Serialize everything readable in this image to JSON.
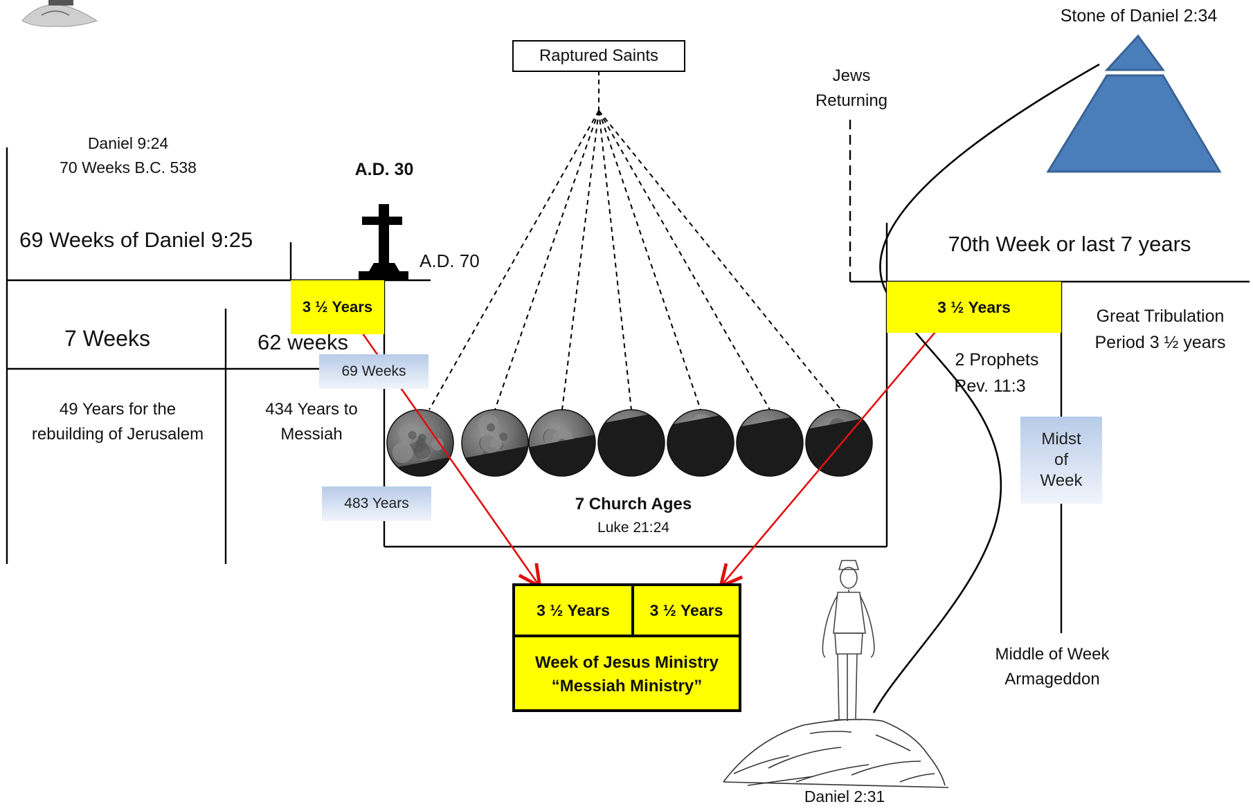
{
  "labels": {
    "daniel_924": "Daniel 9:24",
    "seventy_weeks_bc": "70 Weeks B.C. 538",
    "ad30": "A.D. 30",
    "weeks69_daniel925": "69 Weeks of Daniel 9:25",
    "ad70": "A.D. 70",
    "seven_weeks": "7 Weeks",
    "sixtytwo_weeks": "62 weeks",
    "years49_line1": "49 Years for the",
    "years49_line2": "rebuilding of Jerusalem",
    "years434_line1": "434 Years to",
    "years434_line2": "Messiah",
    "raptured_saints": "Raptured Saints",
    "jews_line1": "Jews",
    "jews_line2": "Returning",
    "stone_daniel": "Stone of Daniel 2:34",
    "seventieth_week": "70th Week or last 7 years",
    "great_trib_line1": "Great Tribulation",
    "great_trib_line2": "Period 3 ½ years",
    "prophets_line1": "2 Prophets",
    "prophets_line2": "Rev. 11:3",
    "midst_line1": "Midst",
    "midst_line2": "of",
    "midst_line3": "Week",
    "church_ages": "7 Church Ages",
    "luke": "Luke 21:24",
    "middle_line1": "Middle of  Week",
    "middle_line2": "Armageddon",
    "daniel_231": "Daniel 2:31"
  },
  "boxes": {
    "half_left": "3 ½ Years",
    "half_right": "3 ½ Years",
    "weeks69_tag": "69 Weeks",
    "years483_tag": "483 Years",
    "ministry_half1": "3 ½ Years",
    "ministry_half2": "3 ½ Years",
    "ministry_line1": "Week of Jesus Ministry",
    "ministry_line2": "“Messiah Ministry”"
  },
  "colors": {
    "highlight": "#ffff00",
    "tag_blue": "#b7cbe9",
    "arrow_red": "#e01010",
    "pyramid_blue": "#4a7ebb",
    "pyramid_stroke": "#3a6394"
  },
  "icons": [
    "cross-icon",
    "moon-phase-icon",
    "pyramid-stone-icon",
    "statue-figure-icon",
    "rock-mound-icon"
  ]
}
